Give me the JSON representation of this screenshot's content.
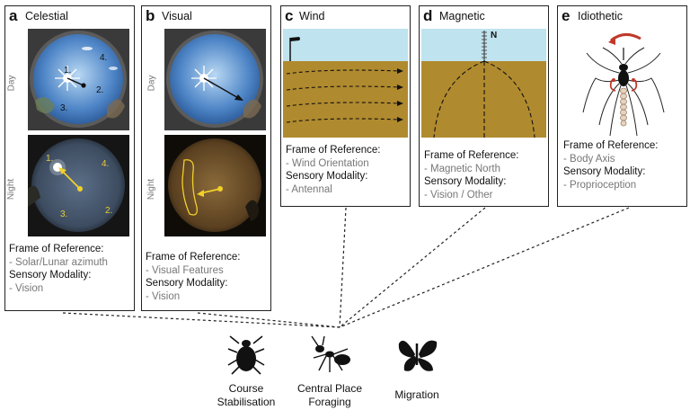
{
  "panels": {
    "a": {
      "letter": "a",
      "title": "Celestial",
      "day_label": "Day",
      "night_label": "Night",
      "day_marks": [
        "1.",
        "2.",
        "3.",
        "4."
      ],
      "night_marks": [
        "1.",
        "2.",
        "3.",
        "4."
      ],
      "frame_heading": "Frame of Reference:",
      "frame_value": "- Solar/Lunar azimuth",
      "modality_heading": "Sensory Modality:",
      "modality_value": "- Vision"
    },
    "b": {
      "letter": "b",
      "title": "Visual",
      "day_label": "Day",
      "night_label": "Night",
      "frame_heading": "Frame of Reference:",
      "frame_value": "- Visual Features",
      "modality_heading": "Sensory Modality:",
      "modality_value": "- Vision"
    },
    "c": {
      "letter": "c",
      "title": "Wind",
      "frame_heading": "Frame of Reference:",
      "frame_value": "- Wind Orientation",
      "modality_heading": "Sensory Modality:",
      "modality_value": "- Antennal"
    },
    "d": {
      "letter": "d",
      "title": "Magnetic",
      "north_mark": "N",
      "frame_heading": "Frame of Reference:",
      "frame_value": "- Magnetic North",
      "modality_heading": "Sensory Modality:",
      "modality_value": "- Vision / Other"
    },
    "e": {
      "letter": "e",
      "title": "Idiothetic",
      "frame_heading": "Frame of Reference:",
      "frame_value": "- Body Axis",
      "modality_heading": "Sensory Modality:",
      "modality_value": "- Proprioception"
    }
  },
  "behaviours": {
    "course": {
      "line1": "Course",
      "line2": "Stabilisation",
      "icon": "beetle-icon"
    },
    "central": {
      "line1": "Central Place",
      "line2": "Foraging",
      "icon": "ant-icon"
    },
    "migration": {
      "line1": "Migration",
      "icon": "butterfly-icon"
    }
  },
  "colors": {
    "sky": "#bfe3ef",
    "ground": "#b08a2e",
    "night_arrow": "#f2d02a",
    "rotation_arrow": "#c0392b"
  }
}
